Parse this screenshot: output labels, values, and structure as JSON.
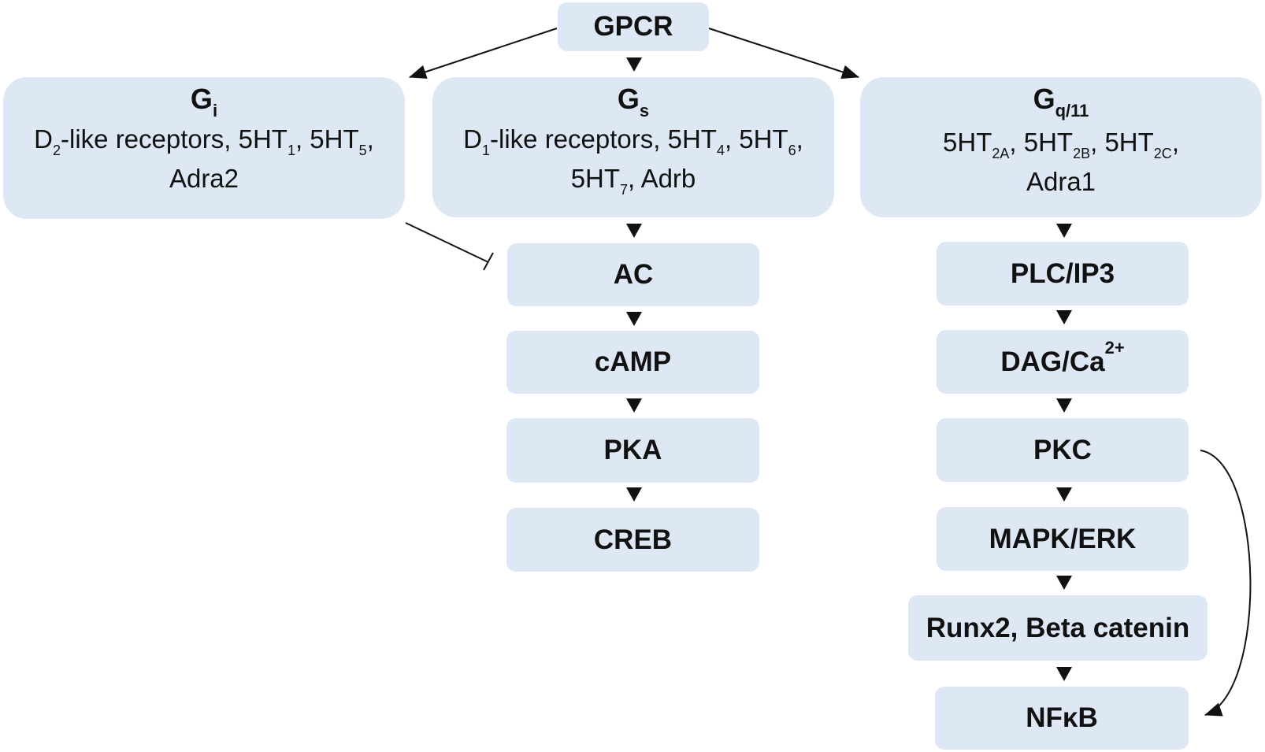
{
  "top": {
    "label": "GPCR"
  },
  "gi": {
    "title": "G",
    "title_sub": "i",
    "line1": [
      {
        "t": "D"
      },
      {
        "sub": "2"
      },
      {
        "t": "-like receptors, 5HT"
      },
      {
        "sub": "1"
      },
      {
        "t": ", 5HT"
      },
      {
        "sub": "5"
      },
      {
        "t": ","
      }
    ],
    "line2": [
      {
        "t": "Adra2"
      }
    ]
  },
  "gs": {
    "title": "G",
    "title_sub": "s",
    "line1": [
      {
        "t": "D"
      },
      {
        "sub": "1"
      },
      {
        "t": "-like receptors, 5HT"
      },
      {
        "sub": "4"
      },
      {
        "t": ", 5HT"
      },
      {
        "sub": "6"
      },
      {
        "t": ","
      }
    ],
    "line2": [
      {
        "t": "5HT"
      },
      {
        "sub": "7"
      },
      {
        "t": ", Adrb"
      }
    ]
  },
  "gq": {
    "title": "G",
    "title_sub": "q/11",
    "line1": [
      {
        "t": "5HT"
      },
      {
        "sub": "2A"
      },
      {
        "t": ", 5HT"
      },
      {
        "sub": "2B"
      },
      {
        "t": ", 5HT"
      },
      {
        "sub": "2C"
      },
      {
        "t": ","
      }
    ],
    "line2": [
      {
        "t": "Adra1"
      }
    ]
  },
  "gs_pathway": {
    "ac": "AC",
    "camp": "cAMP",
    "pka": "PKA",
    "creb": "CREB"
  },
  "gq_pathway": {
    "plc": "PLC/IP3",
    "dag": "DAG/Ca",
    "dag_sup": "2+",
    "pkc": "PKC",
    "mapk": "MAPK/ERK",
    "runx": "Runx2, Beta catenin",
    "nfkb": "NFκB"
  },
  "colors": {
    "box_fill": "#dde8f4",
    "arrow": "#111111",
    "text": "#111111"
  }
}
